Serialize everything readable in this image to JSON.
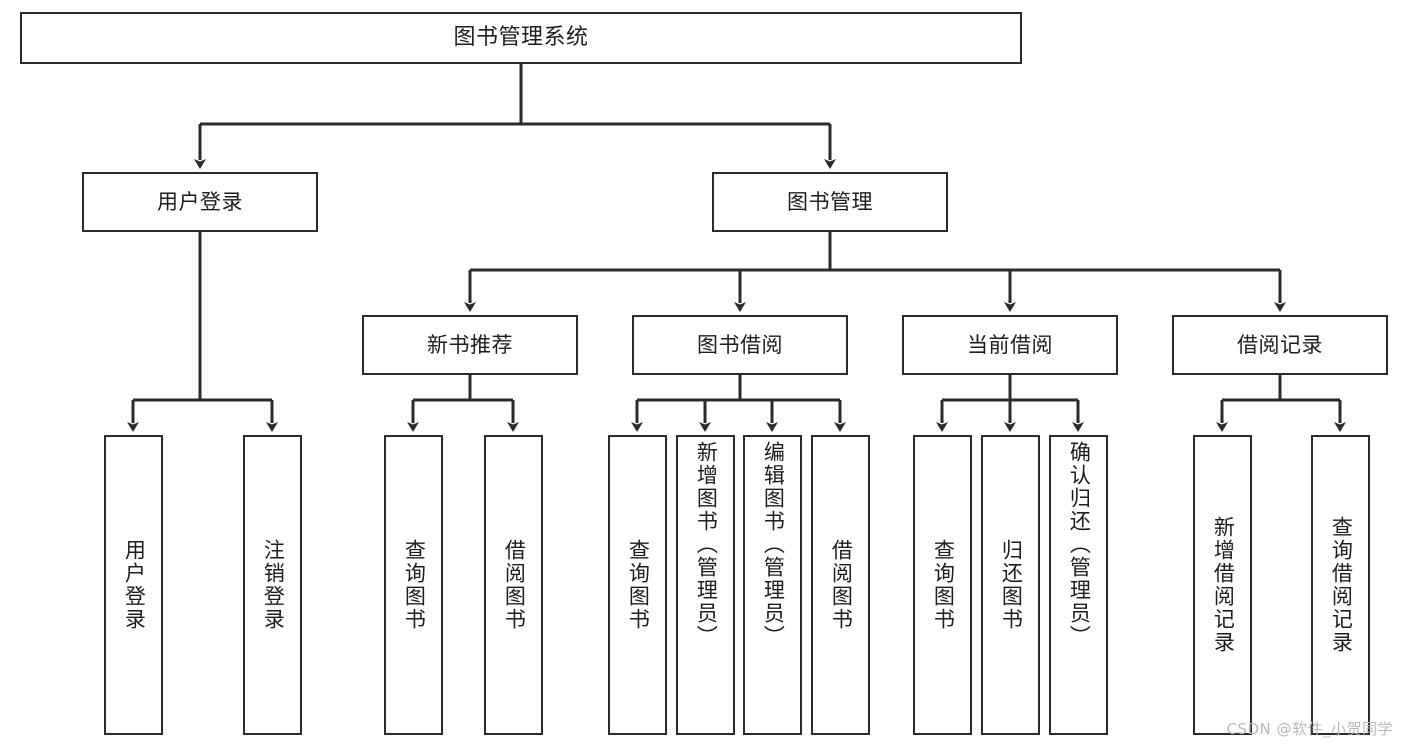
{
  "diagram": {
    "type": "tree-hierarchy",
    "title": "图书管理系统",
    "watermark": "CSDN @软件_小贺同学",
    "colors": {
      "box_border": "#2b2b2b",
      "box_fill": "#ffffff",
      "edge": "#2b2b2b",
      "text": "#1d1d1d",
      "watermark": "#b9b9b9",
      "background": "#ffffff"
    },
    "nodes": {
      "root": {
        "label": "图书管理系统"
      },
      "level1": [
        {
          "id": "user-login",
          "label": "用户登录"
        },
        {
          "id": "book-management",
          "label": "图书管理"
        }
      ],
      "level2": [
        {
          "id": "new-book-recommend",
          "label": "新书推荐"
        },
        {
          "id": "book-borrow",
          "label": "图书借阅"
        },
        {
          "id": "current-borrow",
          "label": "当前借阅"
        },
        {
          "id": "borrow-record",
          "label": "借阅记录"
        }
      ],
      "leaves": {
        "user_login": [
          {
            "id": "leaf-user-login",
            "label": "用户登录"
          },
          {
            "id": "leaf-logout-login",
            "label": "注销登录"
          }
        ],
        "new_book_recommend": [
          {
            "id": "leaf-query-book-1",
            "label": "查询图书"
          },
          {
            "id": "leaf-borrow-book-1",
            "label": "借阅图书"
          }
        ],
        "book_borrow": [
          {
            "id": "leaf-query-book-2",
            "label": "查询图书"
          },
          {
            "id": "leaf-add-book",
            "label": "新增图书（管理员）"
          },
          {
            "id": "leaf-edit-book",
            "label": "编辑图书（管理员）"
          },
          {
            "id": "leaf-borrow-book-2",
            "label": "借阅图书"
          }
        ],
        "current_borrow": [
          {
            "id": "leaf-query-book-3",
            "label": "查询图书"
          },
          {
            "id": "leaf-return-book",
            "label": "归还图书"
          },
          {
            "id": "leaf-confirm-return",
            "label": "确认归还（管理员）"
          }
        ],
        "borrow_record": [
          {
            "id": "leaf-add-record",
            "label": "新增借阅记录"
          },
          {
            "id": "leaf-query-record",
            "label": "查询借阅记录"
          }
        ]
      }
    }
  }
}
